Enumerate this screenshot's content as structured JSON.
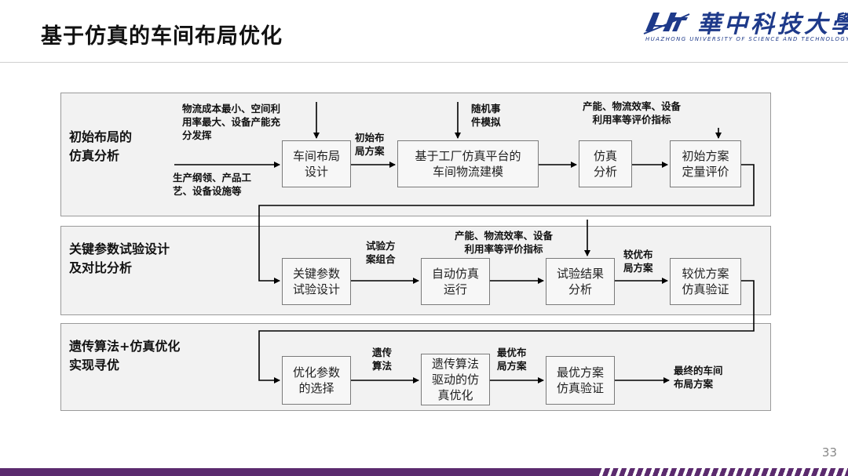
{
  "title": "基于仿真的车间布局优化",
  "logo": {
    "chinese": "華中科技大學",
    "english": "HUAZHONG UNIVERSITY OF SCIENCE AND TECHNOLOGY",
    "emblem_icon": "hust-emblem-icon"
  },
  "page_number": "33",
  "colors": {
    "footer": "#5b2a6e",
    "logo": "#1e3a8a",
    "panel": "#f2f2f2"
  },
  "stages": [
    {
      "label": [
        "初始布局的",
        "仿真分析"
      ],
      "inputs": [
        [
          "物流成本最小、空间利",
          "用率最大、设备产能充",
          "分发挥"
        ],
        [
          "生产纲领、产品工",
          "艺、设备设施等"
        ]
      ],
      "nodes": [
        [
          "车间布局",
          "设计"
        ],
        [
          "基于工厂仿真平台的",
          "车间物流建模"
        ],
        [
          "仿真",
          "分析"
        ],
        [
          "初始方案",
          "定量评价"
        ]
      ],
      "notes": [
        [
          "初始布",
          "局方案"
        ],
        [
          "随机事",
          "件模拟"
        ],
        [
          "产能、物流效率、设备",
          "利用率等评价指标"
        ]
      ]
    },
    {
      "label": [
        "关键参数试验设计",
        "及对比分析"
      ],
      "nodes": [
        [
          "关键参数",
          "试验设计"
        ],
        [
          "自动仿真",
          "运行"
        ],
        [
          "试验结果",
          "分析"
        ],
        [
          "较优方案",
          "仿真验证"
        ]
      ],
      "notes": [
        [
          "试验方",
          "案组合"
        ],
        [
          "产能、物流效率、设备",
          "利用率等评价指标"
        ],
        [
          "较优布",
          "局方案"
        ]
      ]
    },
    {
      "label": [
        "遗传算法+仿真优化",
        "实现寻优"
      ],
      "nodes": [
        [
          "优化参数",
          "的选择"
        ],
        [
          "遗传算法",
          "驱动的仿",
          "真优化"
        ],
        [
          "最优方案",
          "仿真验证"
        ]
      ],
      "notes": [
        [
          "遗传",
          "算法"
        ],
        [
          "最优布",
          "局方案"
        ],
        [
          "最终的车间",
          "布局方案"
        ]
      ]
    }
  ]
}
